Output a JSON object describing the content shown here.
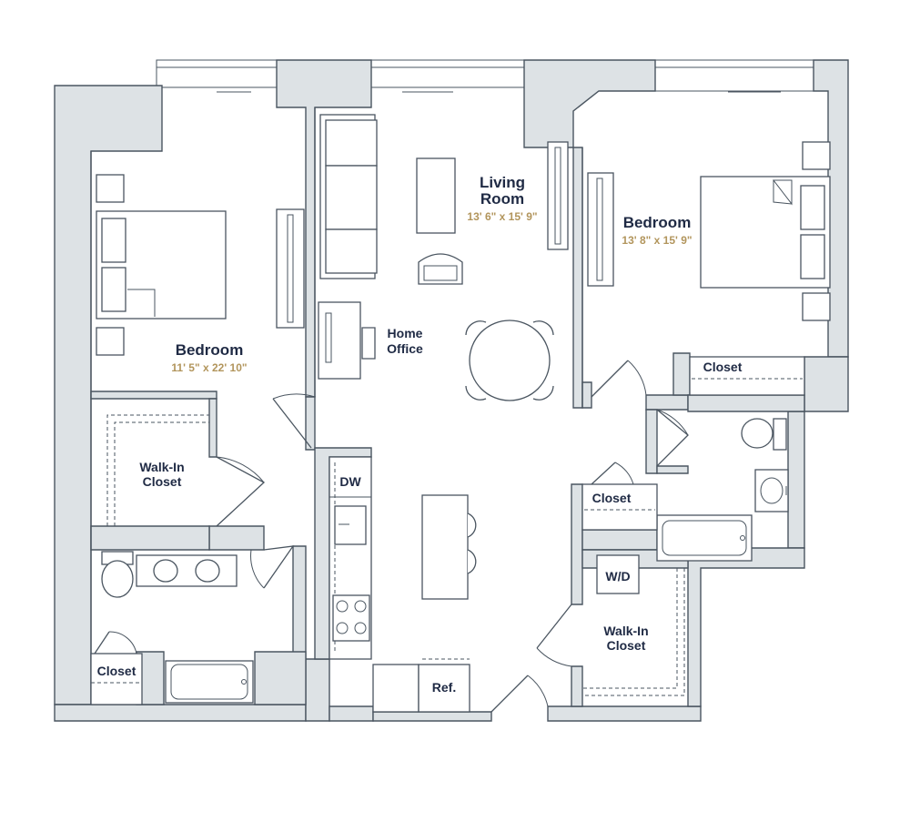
{
  "rooms": {
    "living_name_1": "Living",
    "living_name_2": "Room",
    "living_dim": "13' 6\" x 15' 9\"",
    "bedroom_left_name": "Bedroom",
    "bedroom_left_dim": "11' 5\" x 22' 10\"",
    "bedroom_right_name": "Bedroom",
    "bedroom_right_dim": "13' 8\" x 15' 9\"",
    "home_office_1": "Home",
    "home_office_2": "Office",
    "walkin_left_1": "Walk-In",
    "walkin_left_2": "Closet",
    "walkin_right_1": "Walk-In",
    "walkin_right_2": "Closet",
    "closet_top_right": "Closet",
    "closet_mid": "Closet",
    "closet_bottom_left": "Closet",
    "dishwasher": "DW",
    "washer_dryer": "W/D",
    "refrigerator": "Ref."
  },
  "colors": {
    "wall_fill": "#dde2e5",
    "outline": "#4a5560",
    "label": "#1f2a44",
    "dimension": "#b2955c"
  }
}
